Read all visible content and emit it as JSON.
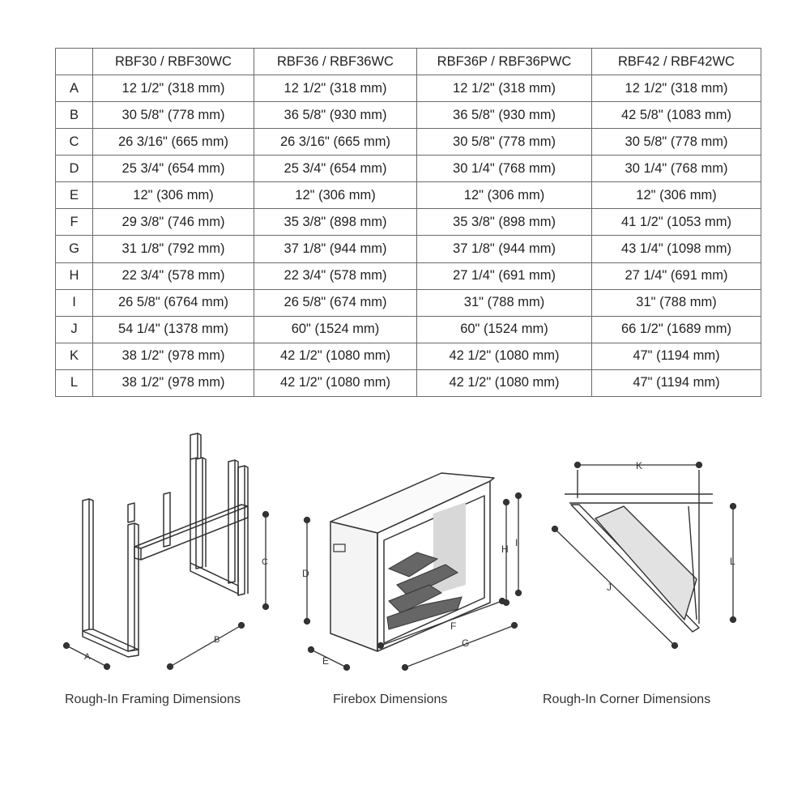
{
  "table": {
    "columns": [
      "",
      "RBF30 / RBF30WC",
      "RBF36 / RBF36WC",
      "RBF36P / RBF36PWC",
      "RBF42 / RBF42WC"
    ],
    "rows": [
      {
        "key": "A",
        "values": [
          "12 1/2\"  (318 mm)",
          "12 1/2\"  (318 mm)",
          "12 1/2\"  (318 mm)",
          "12 1/2\"  (318 mm)"
        ]
      },
      {
        "key": "B",
        "values": [
          "30 5/8\"  (778 mm)",
          "36 5/8\"  (930 mm)",
          "36 5/8\"  (930 mm)",
          "42 5/8\"  (1083 mm)"
        ]
      },
      {
        "key": "C",
        "values": [
          "26 3/16\"  (665 mm)",
          "26 3/16\"  (665 mm)",
          "30 5/8\"  (778 mm)",
          "30 5/8\"  (778 mm)"
        ]
      },
      {
        "key": "D",
        "values": [
          "25 3/4\"  (654 mm)",
          "25 3/4\"  (654 mm)",
          "30 1/4\"  (768 mm)",
          "30 1/4\"  (768 mm)"
        ]
      },
      {
        "key": "E",
        "values": [
          "12\"  (306 mm)",
          "12\"  (306 mm)",
          "12\"  (306 mm)",
          "12\"  (306 mm)"
        ]
      },
      {
        "key": "F",
        "values": [
          "29 3/8\"  (746 mm)",
          "35 3/8\"  (898 mm)",
          "35 3/8\"  (898 mm)",
          "41 1/2\"  (1053 mm)"
        ]
      },
      {
        "key": "G",
        "values": [
          "31 1/8\"  (792 mm)",
          "37 1/8\"  (944 mm)",
          "37 1/8\"  (944 mm)",
          "43 1/4\"  (1098 mm)"
        ]
      },
      {
        "key": "H",
        "values": [
          "22 3/4\"  (578 mm)",
          "22 3/4\"  (578 mm)",
          "27 1/4\"  (691 mm)",
          "27 1/4\"  (691 mm)"
        ]
      },
      {
        "key": "I",
        "values": [
          "26 5/8\"  (6764 mm)",
          "26 5/8\"  (674 mm)",
          "31\"  (788 mm)",
          "31\"  (788 mm)"
        ]
      },
      {
        "key": "J",
        "values": [
          "54 1/4\"  (1378 mm)",
          "60\"  (1524 mm)",
          "60\"  (1524 mm)",
          "66 1/2\"  (1689 mm)"
        ]
      },
      {
        "key": "K",
        "values": [
          "38 1/2\"  (978 mm)",
          "42 1/2\"  (1080 mm)",
          "42 1/2\"  (1080 mm)",
          "47\"  (1194 mm)"
        ]
      },
      {
        "key": "L",
        "values": [
          "38 1/2\"  (978 mm)",
          "42 1/2\"  (1080 mm)",
          "42 1/2\"  (1080 mm)",
          "47\"  (1194 mm)"
        ]
      }
    ]
  },
  "figures": {
    "framing": {
      "caption": "Rough-In Framing Dimensions",
      "labels": {
        "a": "A",
        "b": "B",
        "c": "C"
      }
    },
    "firebox": {
      "caption": "Firebox Dimensions",
      "labels": {
        "d": "D",
        "e": "E",
        "f": "F",
        "g": "G",
        "h": "H",
        "i": "I"
      }
    },
    "corner": {
      "caption": "Rough-In Corner Dimensions",
      "labels": {
        "j": "J",
        "k": "K",
        "l": "L"
      }
    }
  },
  "colors": {
    "line": "#333333",
    "border": "#6a6a6a",
    "fill": "#f4f4f4"
  }
}
